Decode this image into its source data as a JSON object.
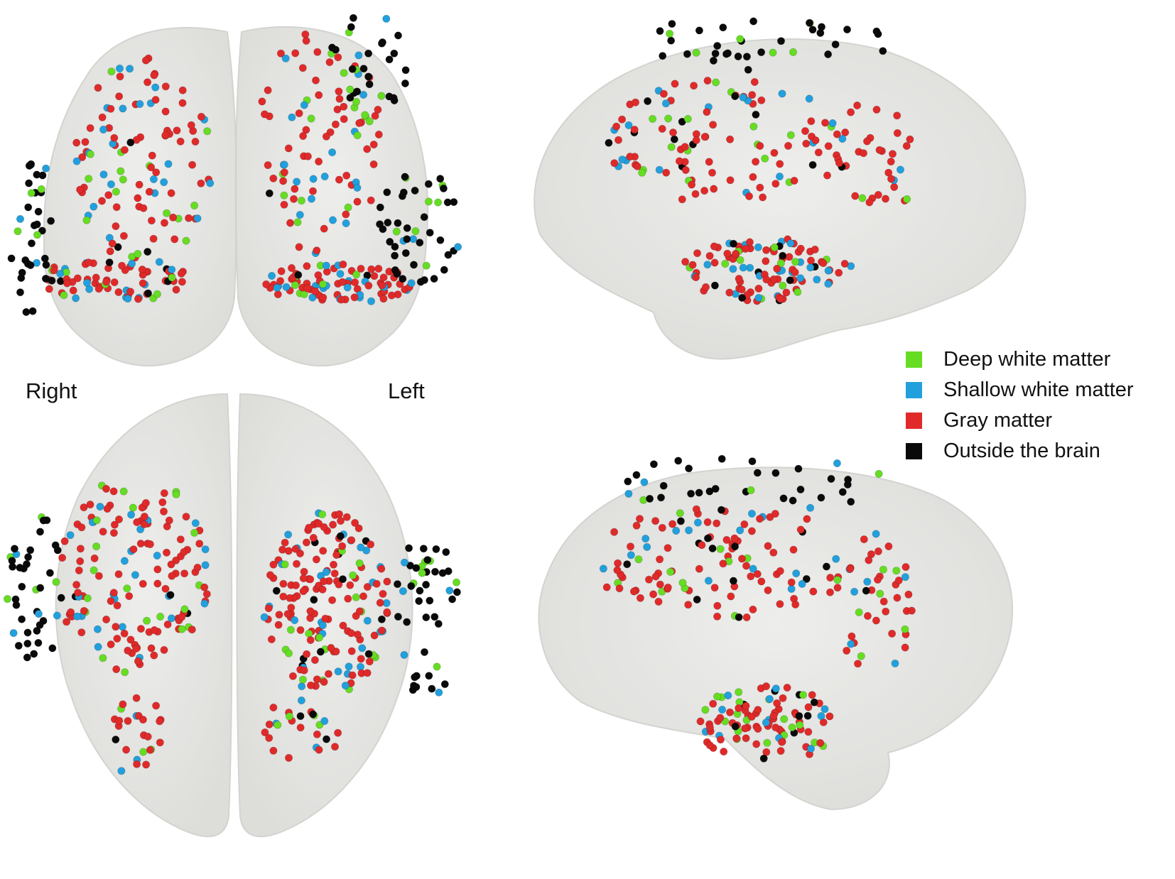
{
  "labels": {
    "right": "Right",
    "left": "Left"
  },
  "legend": [
    {
      "label": "Deep white matter",
      "color": "#66dd22"
    },
    {
      "label": "Shallow white matter",
      "color": "#22a0dd"
    },
    {
      "label": "Gray matter",
      "color": "#e02a2a"
    },
    {
      "label": "Outside the brain",
      "color": "#0a0a0a"
    }
  ],
  "colors": {
    "brain_fill": "#e4e4e2",
    "brain_stroke": "#cfcfcc"
  },
  "views": [
    {
      "name": "coronal-view",
      "icon": "brain-front-icon"
    },
    {
      "name": "sagittal-left-view",
      "icon": "brain-side-icon"
    },
    {
      "name": "axial-view",
      "icon": "brain-top-icon"
    },
    {
      "name": "sagittal-right-view",
      "icon": "brain-side-icon"
    }
  ]
}
